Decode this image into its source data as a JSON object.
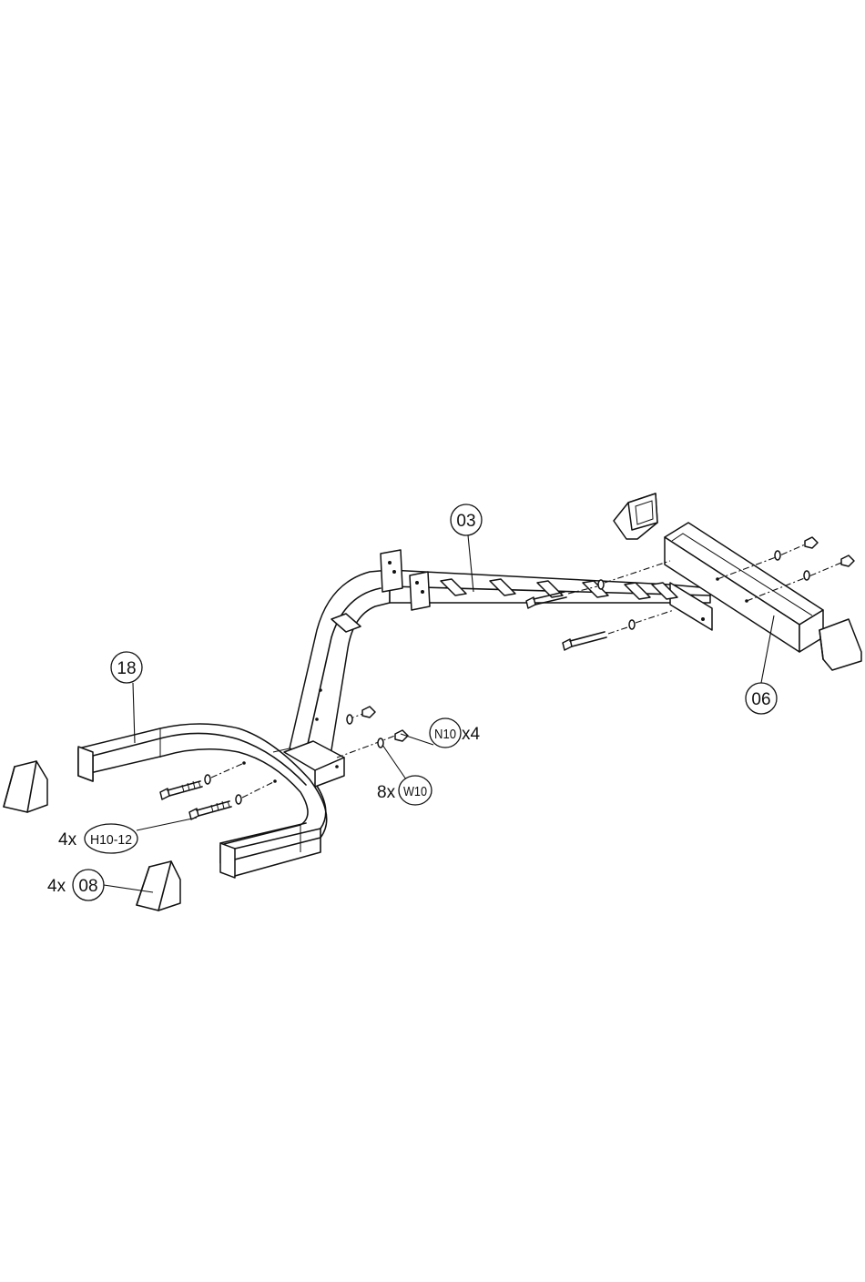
{
  "callouts": {
    "part03": "03",
    "part06": "06",
    "part18": "18",
    "part08": "08",
    "n10": "N10",
    "w10": "W10",
    "h1012": "H10-12"
  },
  "quantities": {
    "n10": "x4",
    "w10": "8x",
    "h1012": "4x",
    "part08": "4x"
  }
}
